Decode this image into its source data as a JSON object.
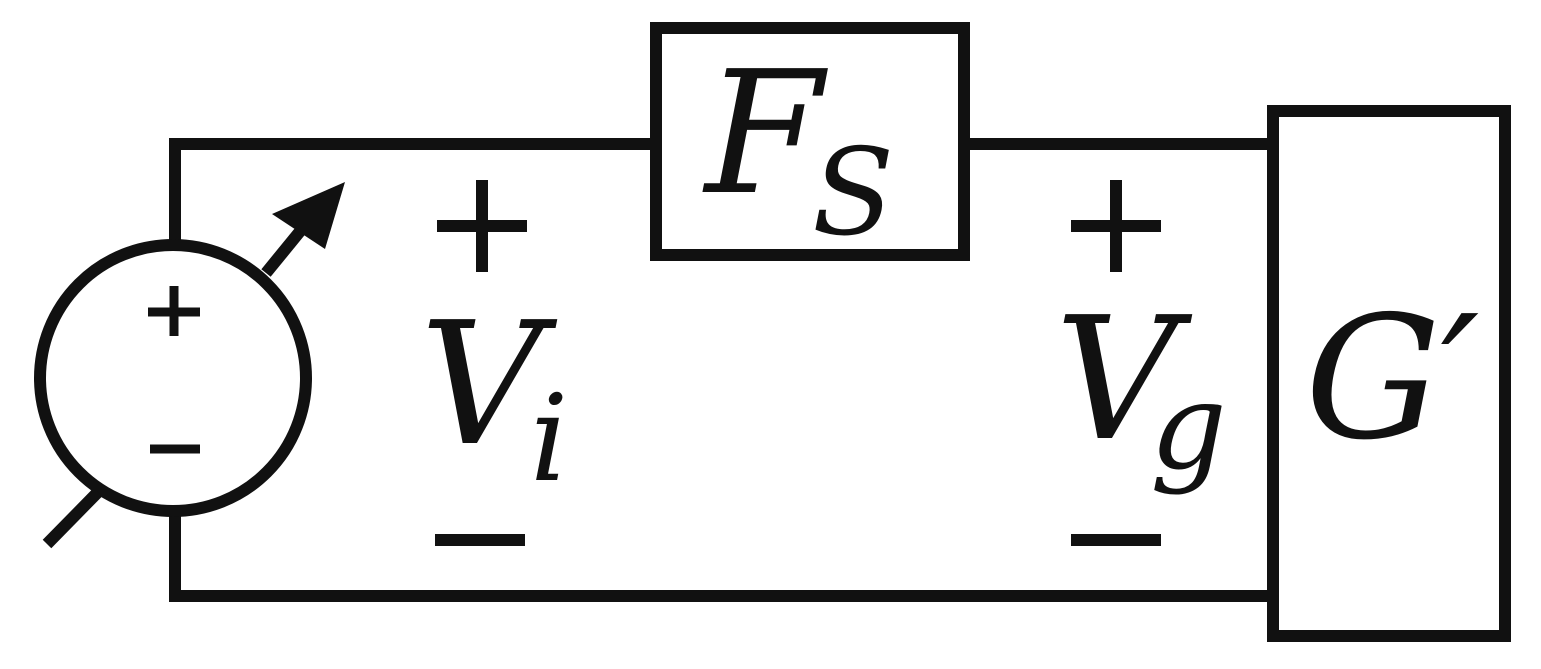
{
  "diagram": {
    "source_symbol": "variable-voltage-source",
    "source_polarity": {
      "plus": "+",
      "minus": "−"
    },
    "blocks": [
      {
        "id": "fs",
        "main": "F",
        "sub": "S"
      },
      {
        "id": "gprime",
        "main": "G′"
      }
    ],
    "voltages": [
      {
        "id": "vi",
        "main": "V",
        "sub": "i",
        "plus": "+",
        "minus": "−"
      },
      {
        "id": "vg",
        "main": "V",
        "sub": "g",
        "plus": "+",
        "minus": "−"
      }
    ]
  }
}
